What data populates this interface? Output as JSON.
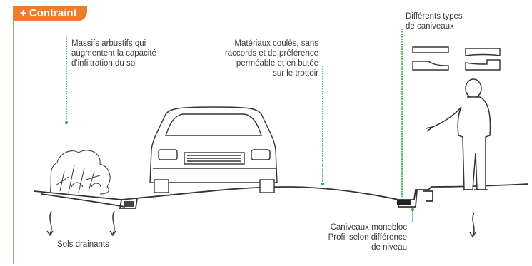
{
  "badge": "+ Contraint",
  "labels": {
    "massifs": [
      "Massifs arbustifs qui",
      "augmentent la capacité",
      "d'infiltration du sol"
    ],
    "materiaux": [
      "Matériaux coulés, sans",
      "raccords et de préférence",
      "perméable et en butée",
      "sur le trottoir"
    ],
    "types": [
      "Différents types",
      "de caniveaux"
    ],
    "sols": "Sols drainants",
    "monobloc": [
      "Caniveaux monobloc",
      "Profil selon différence",
      "de niveau"
    ]
  },
  "colors": {
    "accent": "#ec7d2c",
    "leader": "#2fa84f",
    "frame": "#7cc36a"
  }
}
